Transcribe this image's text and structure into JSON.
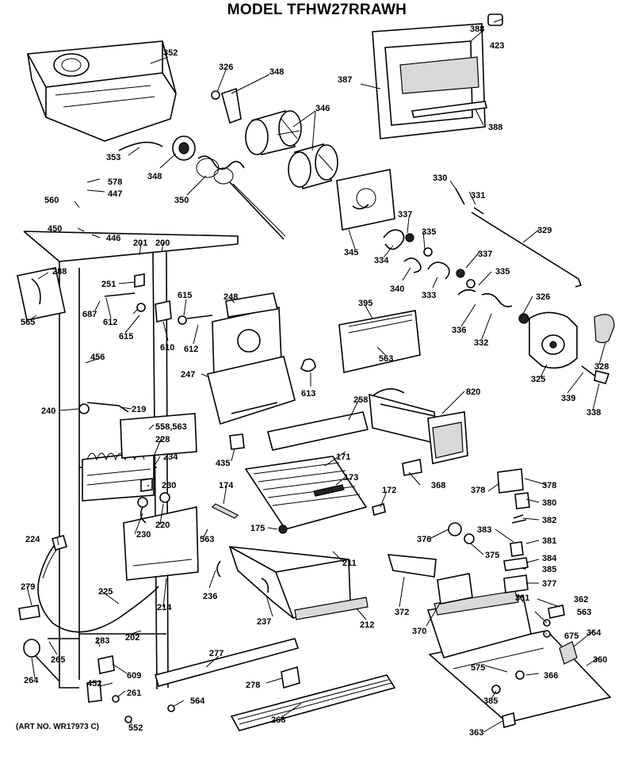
{
  "title": "MODEL TFHW27RRAWH",
  "art_number": "(ART NO. WR17973 C)",
  "part_labels": {
    "p352": "352",
    "p326a": "326",
    "p348a": "348",
    "p346": "346",
    "p388a": "388",
    "p423": "423",
    "p387": "387",
    "p388b": "388",
    "p353": "353",
    "p348b": "348",
    "p350": "350",
    "p578": "578",
    "p447": "447",
    "p560": "560",
    "p450": "450",
    "p446": "446",
    "p201": "201",
    "p200": "200",
    "p345": "345",
    "p330": "330",
    "p331": "331",
    "p337a": "337",
    "p335a": "335",
    "p329": "329",
    "p334": "334",
    "p337b": "337",
    "p340": "340",
    "p333": "333",
    "p335b": "335",
    "p288": "288",
    "p251": "251",
    "p687": "687",
    "p612a": "612",
    "p615a": "615",
    "p248": "248",
    "p395": "395",
    "p326b": "326",
    "p565": "565",
    "p615b": "615",
    "p610": "610",
    "p612b": "612",
    "p336": "336",
    "p332": "332",
    "p563a": "563",
    "p328": "328",
    "p325": "325",
    "p456": "456",
    "p247": "247",
    "p613": "613",
    "p339": "339",
    "p338": "338",
    "p820": "820",
    "p240": "240",
    "p219": "219",
    "p258": "258",
    "p558": "558,563",
    "p228": "228",
    "p234": "234",
    "p435": "435",
    "p171": "171",
    "p230a": "230",
    "p174": "174",
    "p173": "173",
    "p368": "368",
    "p378a": "378",
    "p378b": "378",
    "p220": "220",
    "p172": "172",
    "p380": "380",
    "p230b": "230",
    "p175": "175",
    "p382": "382",
    "p563b": "563",
    "p376": "376",
    "p383": "383",
    "p224": "224",
    "p375": "375",
    "p381": "381",
    "p211": "211",
    "p384": "384",
    "p385a": "385",
    "p377": "377",
    "p279": "279",
    "p225": "225",
    "p214": "214",
    "p236": "236",
    "p372": "372",
    "p361": "361",
    "p362": "362",
    "p237": "237",
    "p212": "212",
    "p370": "370",
    "p563c": "563",
    "p675": "675",
    "p364": "364",
    "p202": "202",
    "p283": "283",
    "p265": "265",
    "p277": "277",
    "p360": "360",
    "p264": "264",
    "p609": "609",
    "p575": "575",
    "p366": "366",
    "p452": "452",
    "p278": "278",
    "p261": "261",
    "p385b": "385",
    "p564": "564",
    "p268": "268",
    "p552": "552",
    "p363": "363"
  }
}
